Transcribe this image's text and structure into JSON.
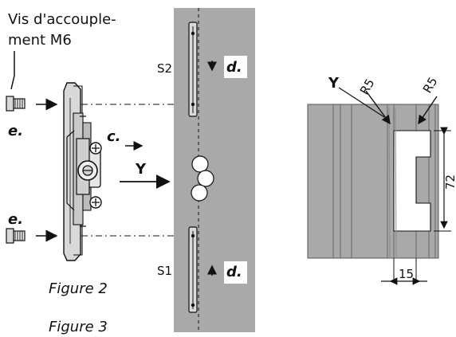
{
  "labels": {
    "screw_line1": "Vis d'accouple-",
    "screw_line2": "ment M6",
    "e_top": "e.",
    "e_bottom": "e.",
    "c": "c.",
    "y_left": "Y",
    "s2": "S2",
    "s1": "S1",
    "d_top": "d.",
    "d_bottom": "d.",
    "figure2": "Figure 2",
    "figure3": "Figure 3",
    "y_right": "Y",
    "r5_left": "R5",
    "r5_right": "R5",
    "dim_72": "72",
    "dim_15": "15"
  },
  "colors": {
    "panel_gray": "#a9a9a9",
    "panel_dark": "#8f8f8f",
    "line_dark": "#111111",
    "white": "#ffffff"
  }
}
